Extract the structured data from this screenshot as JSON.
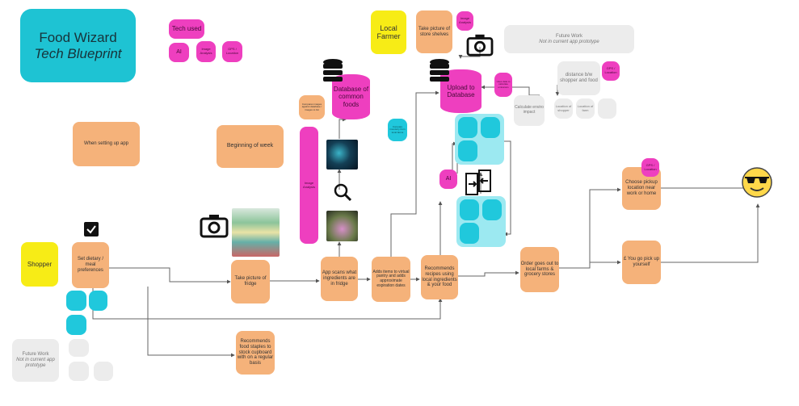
{
  "title": {
    "line1": "Food Wizard",
    "line2": "Tech Blueprint"
  },
  "tech_legend": {
    "header": "Tech used",
    "ai": "AI",
    "image": "Image Analysis",
    "gps": "GPS / Location"
  },
  "actors": {
    "shopper": "Shopper",
    "farmer": "Local Farmer"
  },
  "phases": {
    "setup": "When setting up app",
    "week": "Beginning of week"
  },
  "future_work": {
    "top": {
      "title": "Future Work",
      "sub": "Not in current app prototype"
    },
    "bottom": {
      "title": "Future Work",
      "sub": "Not in current app prototype"
    }
  },
  "steps": {
    "set_prefs": "Set dietary / meal preferences",
    "take_fridge": "Take picture of fridge",
    "scan": "App scans what ingredients are in fridge",
    "adds_items": "Adds items to virtual pantry and adds approximate expiration dates",
    "recommends_recipes": "Recommends recipes using local ingredients & your food",
    "staples": "Recommends food staples to stock cupboard with on a regular basis",
    "order_out": "Order goes out to local farms & grocery stores",
    "pickup_location": "Choose pickup location near work or home",
    "you_pickup": "£ You go pick up yourself",
    "store_shelves": "Take picture of store shelves",
    "upload_db": "Upload to Database",
    "common_db": "Database of common foods",
    "calc_emissions": "Calculate enviro impact",
    "distance": "distance b/w shopper and food",
    "loc_shopper": "Location of shopper",
    "loc_farm": "Location of farm"
  },
  "tags": {
    "image_analysis_tall": "Image Analysis",
    "image_analysis_store": "Image Analysis",
    "gps_distance": "GPS / Location",
    "gps_pickup": "GPS / Location",
    "ai_main": "AI",
    "compares": "Compares images against database / images to list",
    "uses_data": "Uses data to calculate emissions",
    "compare_inventory": "Compare inventory from local farms"
  },
  "colors": {
    "orange": "#f5b27a",
    "pink": "#ee3fbf",
    "yellow": "#f7ec16",
    "teal": "#20c8dc",
    "gray": "#ececec",
    "title": "#1ec3d3"
  },
  "icons": [
    "camera-icon",
    "database-icon",
    "magnifier-icon",
    "checkbox-icon",
    "sync-icon",
    "sunglasses-emoji-icon"
  ]
}
